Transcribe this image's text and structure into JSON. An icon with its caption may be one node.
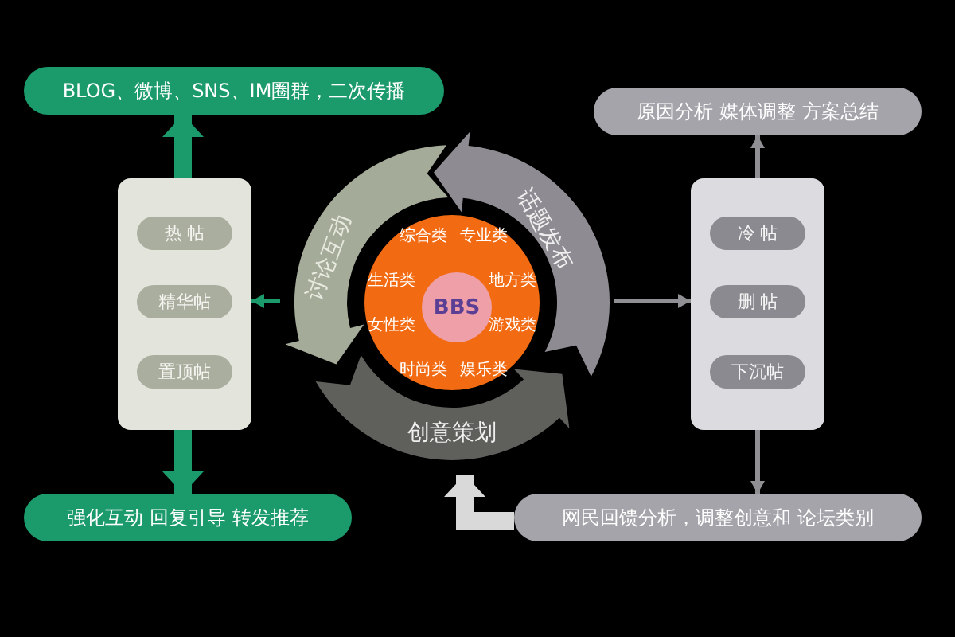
{
  "diagram": {
    "nodes": [
      {
        "text": [
          "BLOG、微博、SNS、IM圈群，二次传播"
        ]
      },
      {
        "text": [],
        "shape": "box"
      },
      {
        "text": [
          "热 帖"
        ],
        "in": 1
      },
      {
        "text": [
          "精华帖"
        ],
        "in": 1
      },
      {
        "text": [
          "置顶帖"
        ],
        "in": 1
      },
      {
        "text": [
          "强化互动 回复引导 转发推荐"
        ]
      },
      {
        "text": [
          "综合类",
          "专业类",
          "生活类",
          "地方类",
          "女性类",
          "游戏类",
          "时尚类",
          "娱乐类"
        ]
      },
      {
        "text": [
          "BBS"
        ],
        "in": 6
      },
      {
        "text": [
          "讨论互动"
        ]
      },
      {
        "text": [
          "话题发布"
        ]
      },
      {
        "text": [
          "创意策划"
        ]
      },
      {
        "text": [
          "原因分析 媒体调整 方案总结"
        ]
      },
      {
        "text": [],
        "shape": "box"
      },
      {
        "text": [
          "冷 帖"
        ],
        "in": 12
      },
      {
        "text": [
          "删 帖"
        ],
        "in": 12
      },
      {
        "text": [
          "下沉帖"
        ],
        "in": 12
      },
      {
        "text": [
          "网民回馈分析，调整创意和 论坛类别"
        ]
      }
    ],
    "edges": [
      {
        "from": 1,
        "to": 0,
        "arrow": "to",
        "style": "thick",
        "color": "#1b9a6c"
      },
      {
        "from": 1,
        "to": 5,
        "arrow": "to",
        "style": "thick",
        "color": "#1b9a6c"
      },
      {
        "from": 8,
        "to": 1,
        "arrow": "to",
        "color": "#1b9a6c"
      },
      {
        "from": 9,
        "to": 12,
        "arrow": "to",
        "color": "#8f8f94"
      },
      {
        "from": 12,
        "to": 11,
        "arrow": "to",
        "color": "#8f8f94"
      },
      {
        "from": 12,
        "to": 16,
        "arrow": "to",
        "color": "#8f8f94"
      },
      {
        "from": 16,
        "to": 10,
        "arrow": "to",
        "style": "thick",
        "color": "#d9d9d9"
      }
    ]
  }
}
